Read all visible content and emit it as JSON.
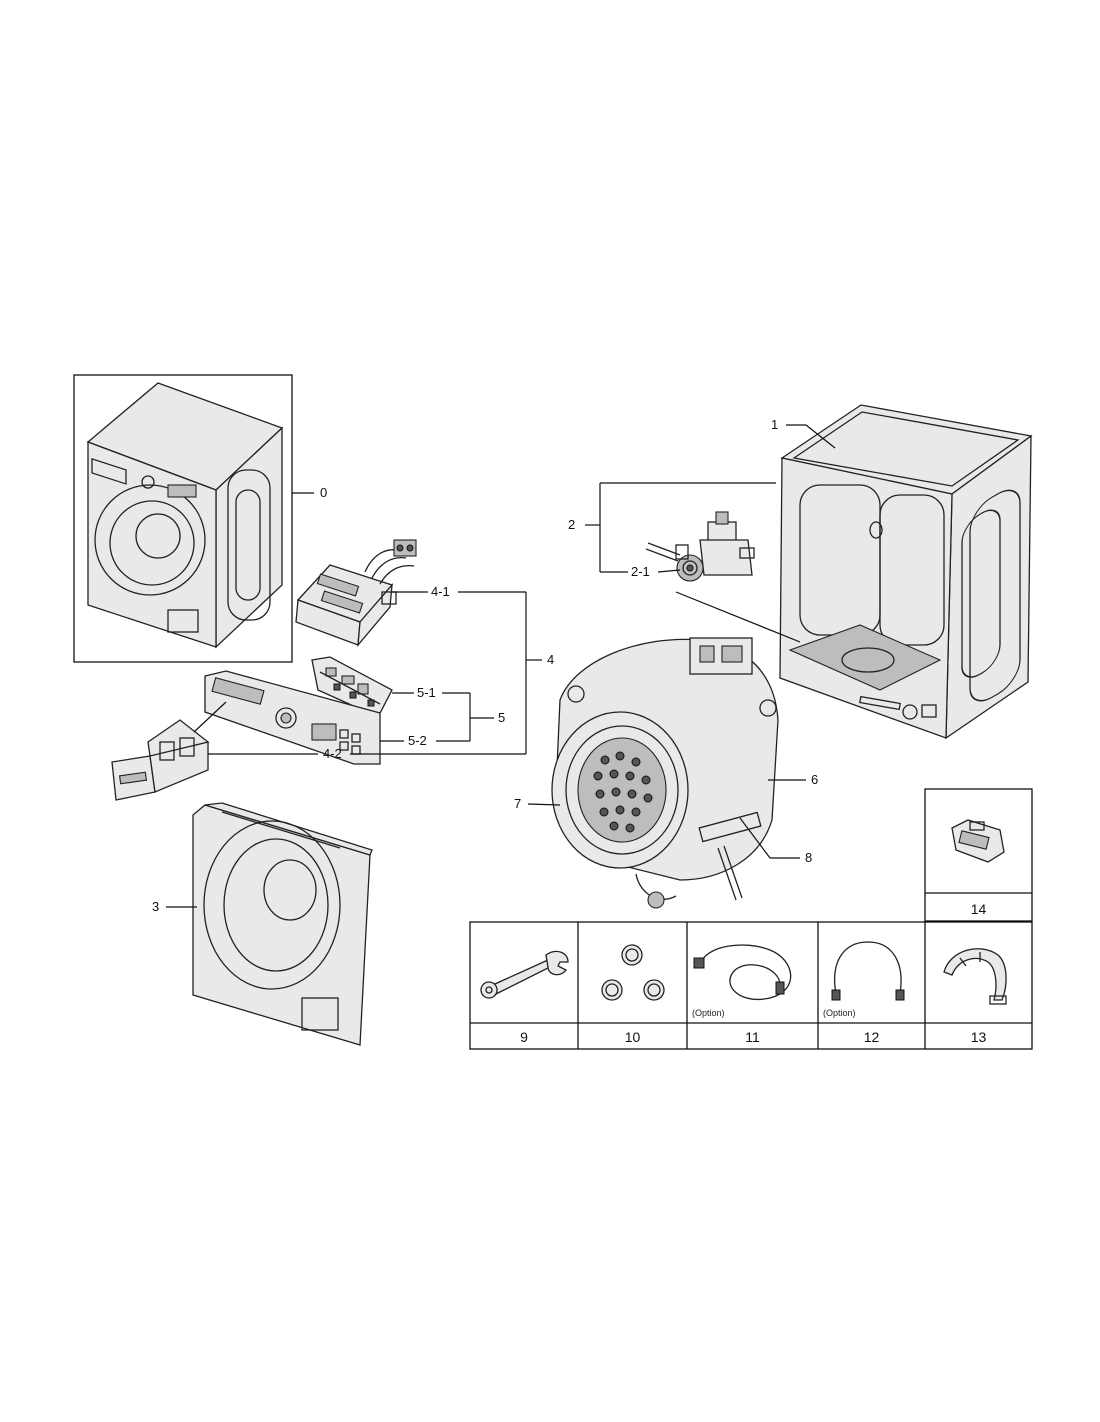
{
  "callouts": {
    "c0": "0",
    "c1": "1",
    "c2": "2",
    "c2_1": "2-1",
    "c3": "3",
    "c4": "4",
    "c4_1": "4-1",
    "c4_2": "4-2",
    "c5": "5",
    "c5_1": "5-1",
    "c5_2": "5-2",
    "c6": "6",
    "c7": "7",
    "c8": "8"
  },
  "accessories": {
    "items": [
      {
        "number": "9",
        "note": ""
      },
      {
        "number": "10",
        "note": ""
      },
      {
        "number": "11",
        "note": "(Option)"
      },
      {
        "number": "12",
        "note": "(Option)"
      },
      {
        "number": "13",
        "note": ""
      }
    ],
    "extra": {
      "number": "14"
    }
  },
  "icons": {
    "assembled_washer": "washer-front-icon",
    "cabinet": "cabinet-icon",
    "water_valve": "water-valve-icon",
    "front_panel": "front-panel-icon",
    "detergent_dispenser": "dispenser-housing-icon",
    "drawer": "dispenser-drawer-icon",
    "pcb_assembly": "pcb-icon",
    "control_panel": "control-panel-icon",
    "tub_assembly": "tub-drum-icon",
    "spanner": "spanner-icon",
    "caps": "cap-icon",
    "drain_hose": "drain-hose-icon",
    "inlet_hose": "inlet-hose-icon",
    "hose_guide": "hose-guide-icon",
    "clip": "clip-icon"
  }
}
